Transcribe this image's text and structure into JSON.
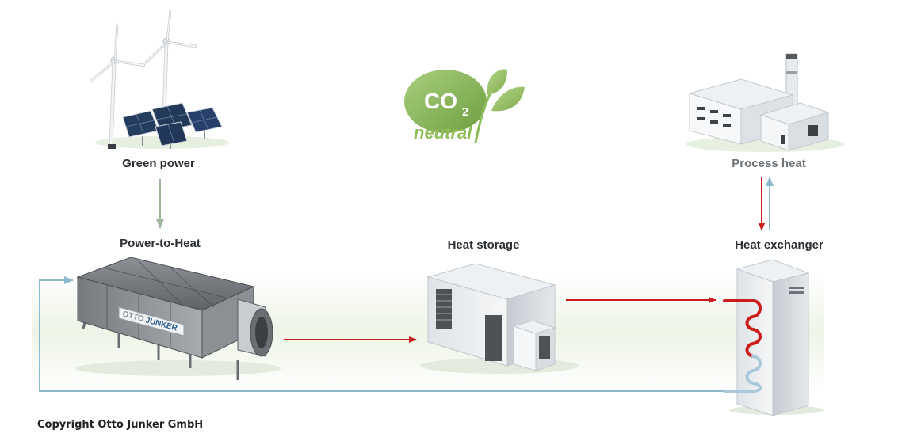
{
  "labels": {
    "green_power": "Green power",
    "power_to_heat": "Power-to-Heat",
    "heat_storage": "Heat storage",
    "process_heat": "Process heat",
    "heat_exchanger": "Heat exchanger"
  },
  "badge": {
    "co2": "CO",
    "co2_sub": "2",
    "neutral": "neutral"
  },
  "brand": {
    "otto": "OTTO",
    "junker": "JUNKER"
  },
  "copyright": "Copyright Otto Junker GmbH",
  "colors": {
    "hot_flow": "#cc1d1d",
    "return_flow": "#8fb9cf",
    "power_flow": "#9db89a",
    "leaf_green": "#8fbc5a",
    "brand_blue": "#2f5d8f"
  }
}
